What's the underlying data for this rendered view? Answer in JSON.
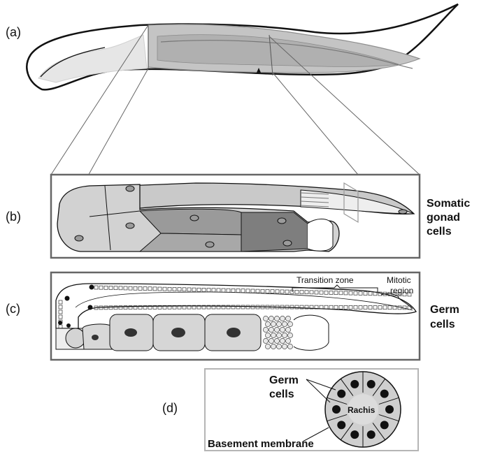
{
  "panels": {
    "a": {
      "letter": "(a)"
    },
    "b": {
      "letter": "(b)",
      "title": [
        "Somatic",
        "gonad",
        "cells"
      ]
    },
    "c": {
      "letter": "(c)",
      "title": [
        "Germ",
        "cells"
      ],
      "transition_zone": "Transition zone",
      "mitotic_region": [
        "Mitotic",
        "region"
      ]
    },
    "d": {
      "letter": "(d)",
      "germ_cells": [
        "Germ",
        "cells"
      ],
      "rachis": "Rachis",
      "basement_membrane": "Basement membrane"
    }
  },
  "colors": {
    "outline": "#111111",
    "frame": "#666666",
    "light_gray": "#d9d9d9",
    "mid_gray": "#b3b3b3",
    "dark_gray": "#8c8c8c",
    "frame_light": "#b5b5b5"
  }
}
